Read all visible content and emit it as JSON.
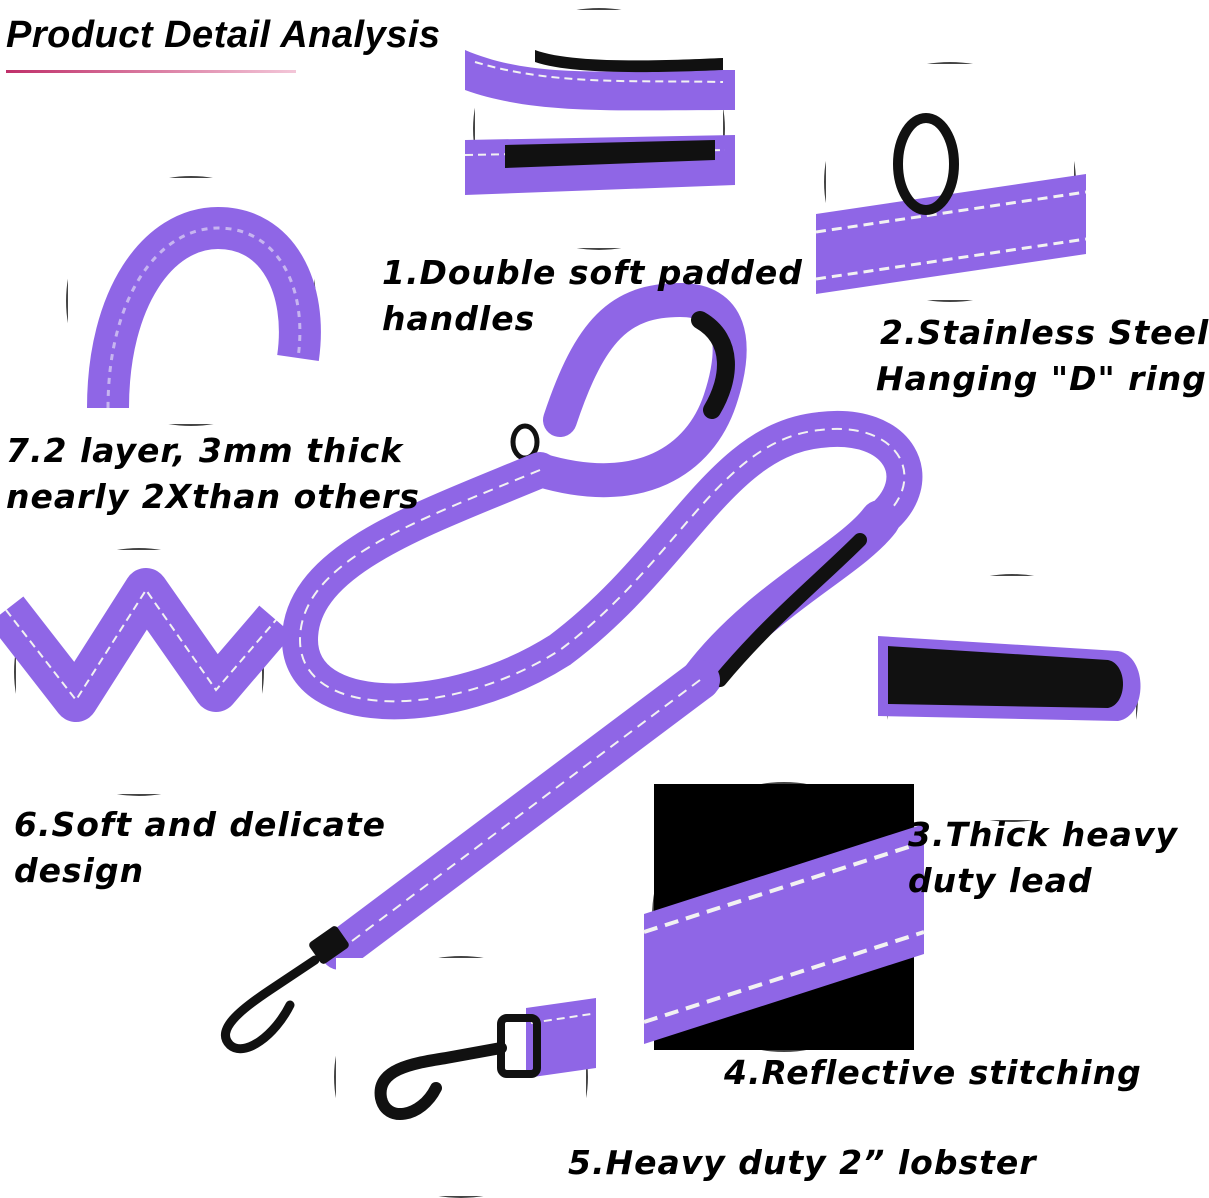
{
  "header": {
    "title": "Product Detail Analysis"
  },
  "features": {
    "f1": {
      "line1": "1.Double soft padded",
      "line2": "handles"
    },
    "f2": {
      "line1": "2.Stainless Steel",
      "line2": "Hanging \"D\" ring"
    },
    "f3": {
      "line1": "3.Thick heavy",
      "line2": "duty lead"
    },
    "f4": {
      "line1": "4.Reflective stitching"
    },
    "f5": {
      "line1": "5.Heavy duty 2” lobster"
    },
    "f6": {
      "line1": "6.Soft and delicate",
      "line2": "design"
    },
    "f7": {
      "line1": "7.2 layer, 3mm thick",
      "line2": "nearly 2Xthan others"
    }
  },
  "colors": {
    "leash": "#8f66e6",
    "leash_dark": "#6f48c9",
    "padding": "#111111",
    "stitch": "#f2f2f2",
    "accent": "#c0306a"
  }
}
